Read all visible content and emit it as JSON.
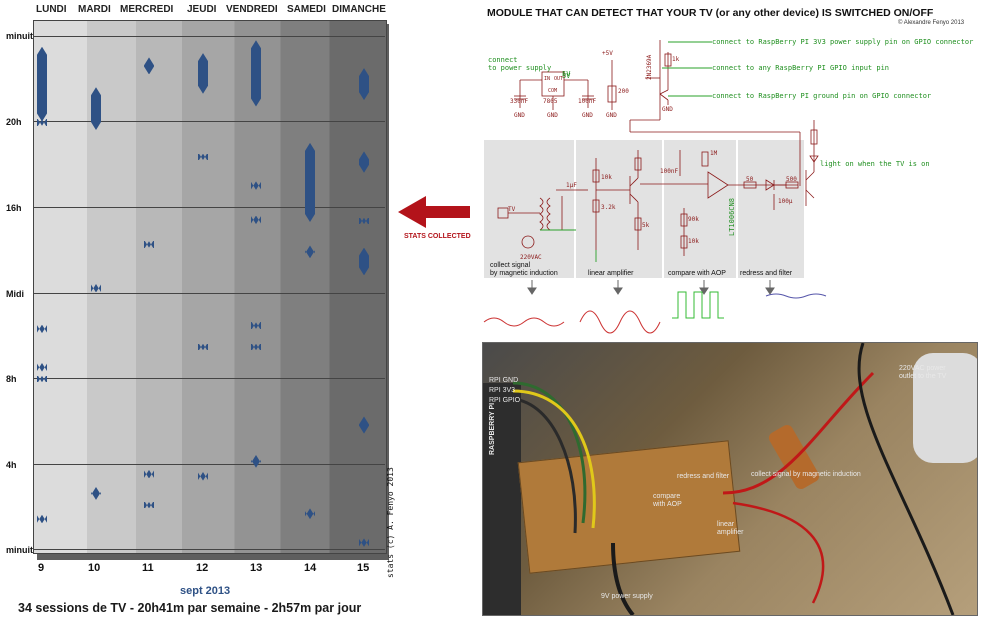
{
  "chart": {
    "day_labels": [
      "LUNDI",
      "MARDI",
      "MERCREDI",
      "JEUDI",
      "VENDREDI",
      "SAMEDI",
      "DIMANCHE"
    ],
    "y_labels": [
      "minuit",
      "20h",
      "16h",
      "Midi",
      "8h",
      "4h",
      "minuit"
    ],
    "date_labels": [
      "9",
      "10",
      "11",
      "12",
      "13",
      "14",
      "15"
    ],
    "month_label": "sept 2013",
    "credit": "stats (c) A. Fenyo 2013",
    "summary": "34 sessions de TV - 20h41m par semaine - 2h57m par jour",
    "bar_color": "#2e5185"
  },
  "chart_data": {
    "type": "timeline",
    "xlabel": "sept 2013",
    "categories": [
      "9",
      "10",
      "11",
      "12",
      "13",
      "14",
      "15"
    ],
    "ylim": [
      0,
      24
    ],
    "sessions": [
      {
        "day": "9",
        "start": 20.0,
        "end": 23.5
      },
      {
        "day": "9",
        "start": 19.8,
        "end": 20.1
      },
      {
        "day": "9",
        "start": 10.1,
        "end": 10.5
      },
      {
        "day": "9",
        "start": 8.3,
        "end": 8.7
      },
      {
        "day": "9",
        "start": 7.8,
        "end": 8.1
      },
      {
        "day": "9",
        "start": 1.2,
        "end": 1.6
      },
      {
        "day": "10",
        "start": 19.6,
        "end": 21.6
      },
      {
        "day": "10",
        "start": 12.0,
        "end": 12.4
      },
      {
        "day": "10",
        "start": 2.3,
        "end": 2.9
      },
      {
        "day": "11",
        "start": 22.2,
        "end": 23.0
      },
      {
        "day": "11",
        "start": 14.1,
        "end": 14.4
      },
      {
        "day": "11",
        "start": 3.3,
        "end": 3.7
      },
      {
        "day": "11",
        "start": 1.9,
        "end": 2.2
      },
      {
        "day": "12",
        "start": 21.3,
        "end": 23.2
      },
      {
        "day": "12",
        "start": 18.2,
        "end": 18.5
      },
      {
        "day": "12",
        "start": 9.3,
        "end": 9.6
      },
      {
        "day": "12",
        "start": 3.2,
        "end": 3.6
      },
      {
        "day": "13",
        "start": 20.7,
        "end": 23.8
      },
      {
        "day": "13",
        "start": 16.8,
        "end": 17.2
      },
      {
        "day": "13",
        "start": 15.2,
        "end": 15.6
      },
      {
        "day": "13",
        "start": 10.3,
        "end": 10.6
      },
      {
        "day": "13",
        "start": 9.3,
        "end": 9.6
      },
      {
        "day": "13",
        "start": 3.8,
        "end": 4.4
      },
      {
        "day": "14",
        "start": 15.3,
        "end": 19.0
      },
      {
        "day": "14",
        "start": 13.6,
        "end": 14.2
      },
      {
        "day": "14",
        "start": 1.4,
        "end": 1.9
      },
      {
        "day": "15",
        "start": 21.0,
        "end": 22.5
      },
      {
        "day": "15",
        "start": 17.6,
        "end": 18.6
      },
      {
        "day": "15",
        "start": 15.2,
        "end": 15.5
      },
      {
        "day": "15",
        "start": 12.8,
        "end": 14.1
      },
      {
        "day": "15",
        "start": 5.4,
        "end": 6.2
      },
      {
        "day": "15",
        "start": 0.1,
        "end": 0.5
      }
    ]
  },
  "arrow": {
    "label": "STATS COLLECTED"
  },
  "schematic": {
    "title": "MODULE THAT CAN DETECT THAT YOUR TV (or any other device) IS SWITCHED ON/OFF",
    "author": "© Alexandre Fenyo 2013",
    "notes": [
      "connect to RaspBerry PI 3V3 power supply pin on GPIO connector",
      "connect to any RaspBerry PI GPIO input pin",
      "connect to RaspBerry PI ground pin on GPIO connector",
      "light on when the TV is on"
    ],
    "connect_power": "connect\nto power supply",
    "stage_labels": [
      "collect signal\nby magnetic induction",
      "linear amplifier",
      "compare with AOP",
      "redress and filter"
    ],
    "parts": [
      "330nF",
      "7805",
      "100nF",
      "5V",
      "GND",
      "IN",
      "OUT",
      "COM",
      "2N2369A",
      "1k",
      "200",
      "+5V",
      "TV",
      "220VAC",
      "1µF",
      "10k",
      "3.2k",
      "100nF",
      "1M",
      "LT1006CN8",
      "50",
      "500",
      "100µ",
      "90k",
      "10k",
      "5k",
      "5V"
    ]
  },
  "photo": {
    "labels": [
      "RPI GND",
      "RPI 3V3",
      "RPI GPIO",
      "RASPBERRY PI",
      "220VAC power\noutlet to the TV",
      "redress and filter",
      "collect signal by magnetic induction",
      "compare\nwith AOP",
      "linear\namplifier",
      "9V power supply"
    ]
  }
}
